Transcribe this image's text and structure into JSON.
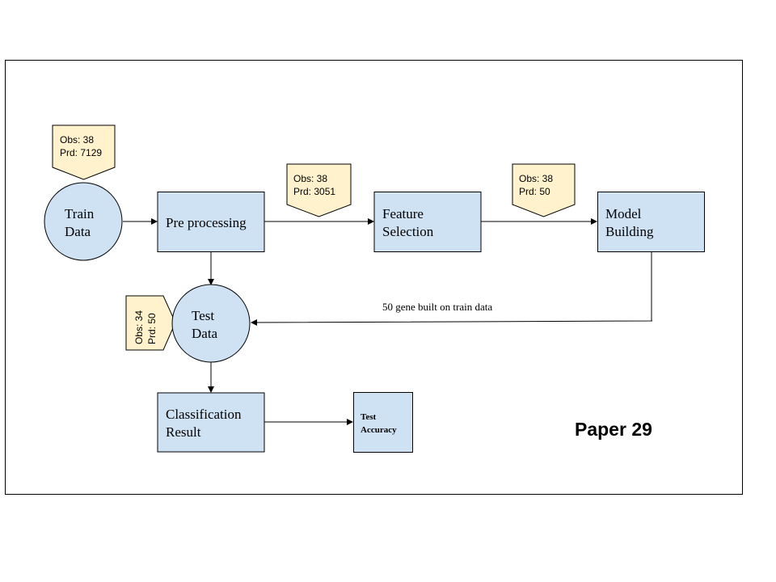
{
  "nodes": {
    "train_data": {
      "line1": "Train",
      "line2": "Data"
    },
    "pre_processing": {
      "label": "Pre processing"
    },
    "feature_selection": {
      "line1": "Feature",
      "line2": "Selection"
    },
    "model_building": {
      "line1": "Model",
      "line2": "Building"
    },
    "test_data": {
      "line1": "Test",
      "line2": "Data"
    },
    "classification_result": {
      "line1": "Classification",
      "line2": "Result"
    },
    "test_accuracy": {
      "line1": "Test",
      "line2": "Accuracy"
    }
  },
  "callouts": {
    "train": {
      "obs": "Obs: 38",
      "prd": "Prd: 7129"
    },
    "preprocessed": {
      "obs": "Obs: 38",
      "prd": "Prd: 3051"
    },
    "selected": {
      "obs": "Obs: 38",
      "prd": "Prd: 50"
    },
    "test": {
      "obs": "Obs: 34",
      "prd": "Prd: 50"
    }
  },
  "edge_labels": {
    "model_to_test": "50 gene built on train data"
  },
  "paper_label": "Paper 29",
  "colors": {
    "node_fill": "#cfe2f3",
    "callout_fill": "#fff2cc",
    "stroke": "#000000"
  }
}
